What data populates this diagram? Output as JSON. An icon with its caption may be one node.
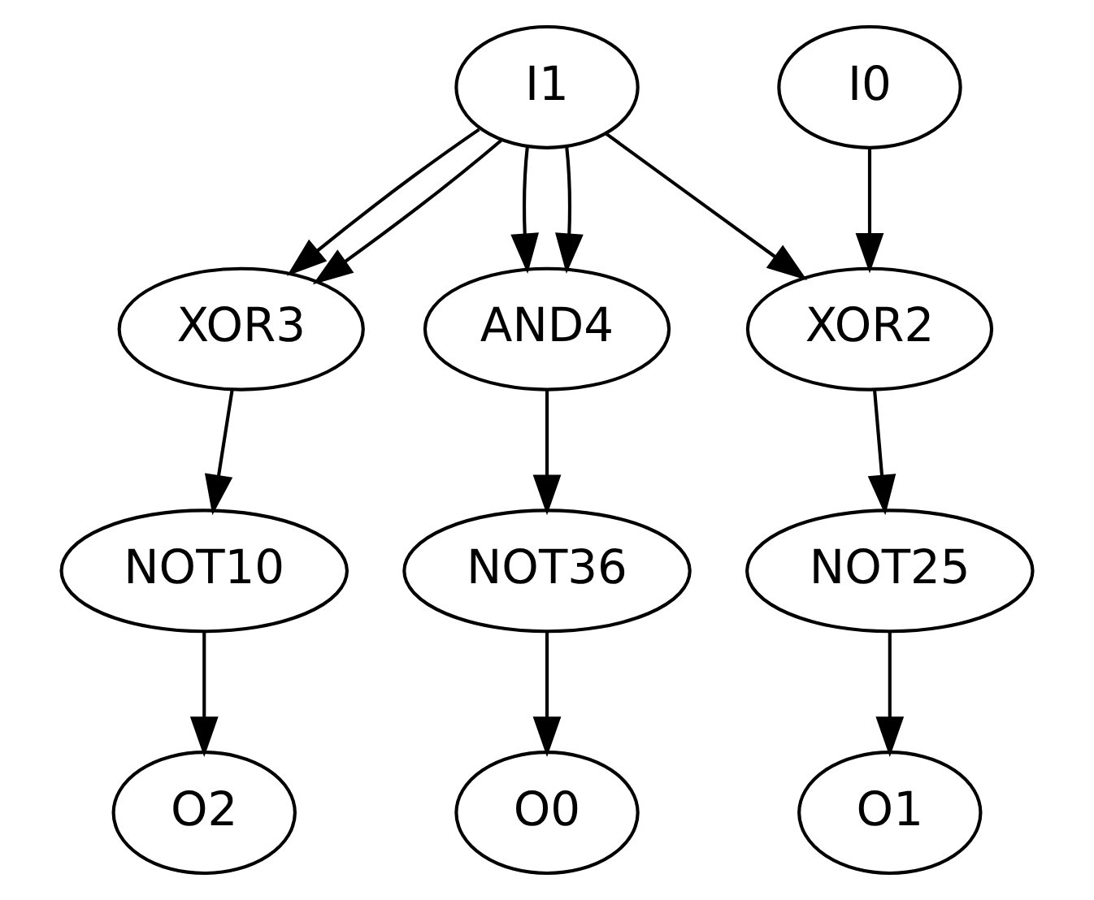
{
  "diagram": {
    "nodes": [
      {
        "text": [
          "I1"
        ]
      },
      {
        "text": [
          "I0"
        ]
      },
      {
        "text": [
          "XOR3"
        ]
      },
      {
        "text": [
          "AND4"
        ]
      },
      {
        "text": [
          "XOR2"
        ]
      },
      {
        "text": [
          "NOT10"
        ]
      },
      {
        "text": [
          "NOT36"
        ]
      },
      {
        "text": [
          "NOT25"
        ]
      },
      {
        "text": [
          "O2"
        ]
      },
      {
        "text": [
          "O0"
        ]
      },
      {
        "text": [
          "O1"
        ]
      }
    ],
    "edges": [
      {
        "from": 0,
        "to": 2,
        "arrow": "to"
      },
      {
        "from": 0,
        "to": 2,
        "arrow": "to"
      },
      {
        "from": 0,
        "to": 3,
        "arrow": "to"
      },
      {
        "from": 0,
        "to": 3,
        "arrow": "to"
      },
      {
        "from": 0,
        "to": 4,
        "arrow": "to"
      },
      {
        "from": 1,
        "to": 4,
        "arrow": "to"
      },
      {
        "from": 2,
        "to": 5,
        "arrow": "to"
      },
      {
        "from": 3,
        "to": 6,
        "arrow": "to"
      },
      {
        "from": 4,
        "to": 7,
        "arrow": "to"
      },
      {
        "from": 5,
        "to": 8,
        "arrow": "to"
      },
      {
        "from": 6,
        "to": 9,
        "arrow": "to"
      },
      {
        "from": 7,
        "to": 10,
        "arrow": "to"
      }
    ]
  }
}
